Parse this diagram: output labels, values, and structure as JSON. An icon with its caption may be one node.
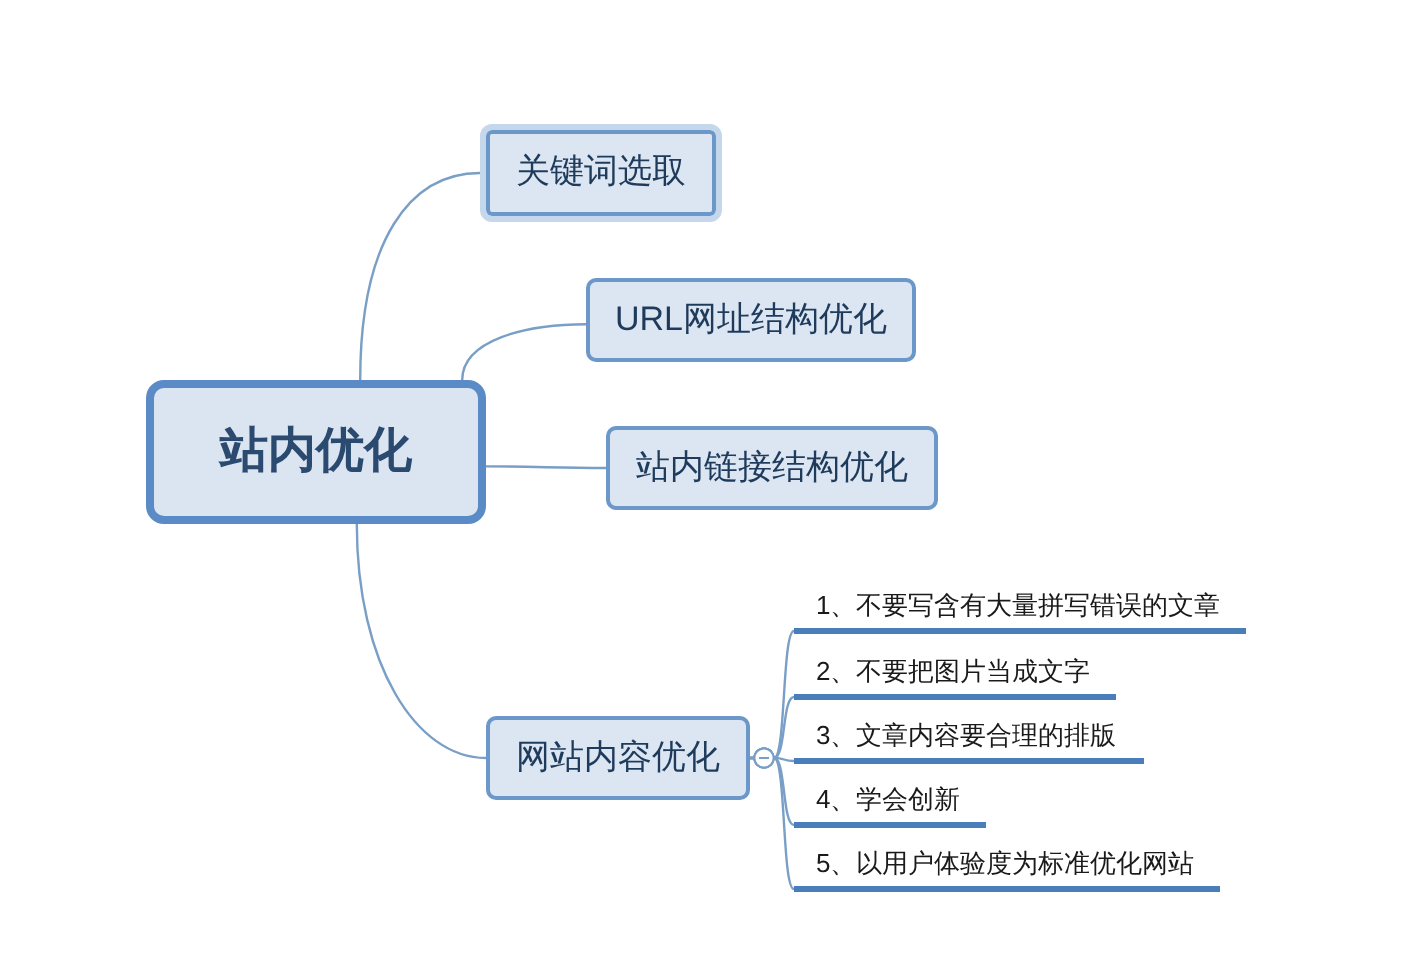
{
  "diagram": {
    "nodes": [
      {
        "text": [
          "站内优化"
        ]
      },
      {
        "text": [
          "关键词选取"
        ]
      },
      {
        "text": [
          "URL网址结构优化"
        ]
      },
      {
        "text": [
          "站内链接结构优化"
        ]
      },
      {
        "text": [
          "网站内容优化"
        ]
      },
      {
        "text": [
          "1、不要写含有大量拼写错误的文章"
        ]
      },
      {
        "text": [
          "2、不要把图片当成文字"
        ]
      },
      {
        "text": [
          "3、文章内容要合理的排版"
        ]
      },
      {
        "text": [
          "4、学会创新"
        ]
      },
      {
        "text": [
          "5、以用户体验度为标准优化网站"
        ]
      }
    ],
    "edges": [
      {
        "from": 0,
        "to": 1,
        "arrow": "none"
      },
      {
        "from": 0,
        "to": 2,
        "arrow": "none"
      },
      {
        "from": 0,
        "to": 3,
        "arrow": "none"
      },
      {
        "from": 0,
        "to": 4,
        "arrow": "none"
      },
      {
        "from": 4,
        "to": 5,
        "arrow": "other"
      },
      {
        "from": 4,
        "to": 6,
        "arrow": "other"
      },
      {
        "from": 4,
        "to": 7,
        "arrow": "other"
      },
      {
        "from": 4,
        "to": 8,
        "arrow": "other"
      },
      {
        "from": 4,
        "to": 9,
        "arrow": "other"
      }
    ]
  }
}
